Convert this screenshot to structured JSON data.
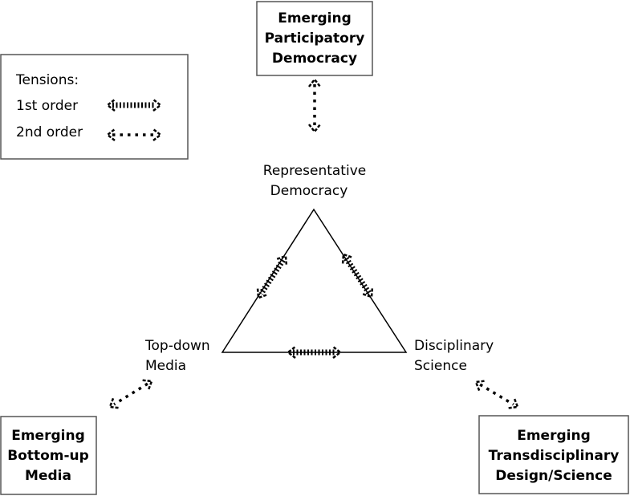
{
  "legend": {
    "title": "Tensions:",
    "items": [
      {
        "label": "1st order",
        "style": "dense"
      },
      {
        "label": "2nd order",
        "style": "dotted"
      }
    ]
  },
  "nodes": {
    "participatory": {
      "lines": [
        "Emerging",
        "Participatory",
        "Democracy"
      ]
    },
    "representative": {
      "lines": [
        "Representative",
        "Democracy"
      ]
    },
    "topdown": {
      "lines": [
        "Top-down",
        "Media"
      ]
    },
    "disciplinary": {
      "lines": [
        "Disciplinary",
        "Science"
      ]
    },
    "bottomup": {
      "lines": [
        "Emerging",
        "Bottom-up",
        "Media"
      ]
    },
    "transdisciplinary": {
      "lines": [
        "Emerging",
        "Transdisciplinary",
        "Design/Science"
      ]
    }
  },
  "colors": {
    "ink": "#000000",
    "box_border": "#555555",
    "background": "#ffffff"
  }
}
